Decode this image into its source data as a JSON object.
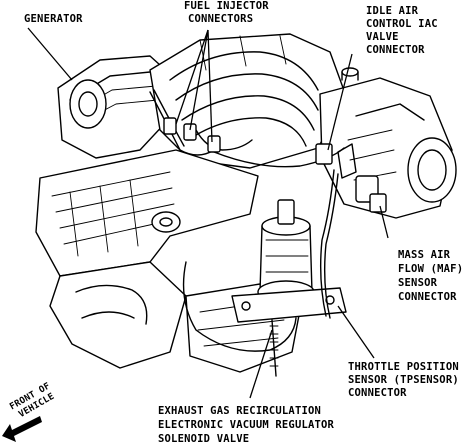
{
  "labels": {
    "generator": "GENERATOR",
    "fuel_injector": [
      "FUEL INJECTOR",
      "CONNECTORS"
    ],
    "iac_valve": [
      "IDLE AIR",
      "CONTROL IAC",
      "VALVE",
      "CONNECTOR"
    ],
    "maf_sensor": [
      "MASS AIR",
      "FLOW (MAF)",
      "SENSOR",
      "CONNECTOR"
    ],
    "tp_sensor": [
      "THROTTLE POSITION",
      "SENSOR (TPSENSOR)",
      "CONNECTOR"
    ],
    "egr": [
      "EXHAUST GAS RECIRCULATION",
      "ELECTRONIC VACUUM REGULATOR",
      "SOLENOID VALVE"
    ],
    "front_of_vehicle": [
      "FRONT OF",
      "VEHICLE"
    ]
  }
}
